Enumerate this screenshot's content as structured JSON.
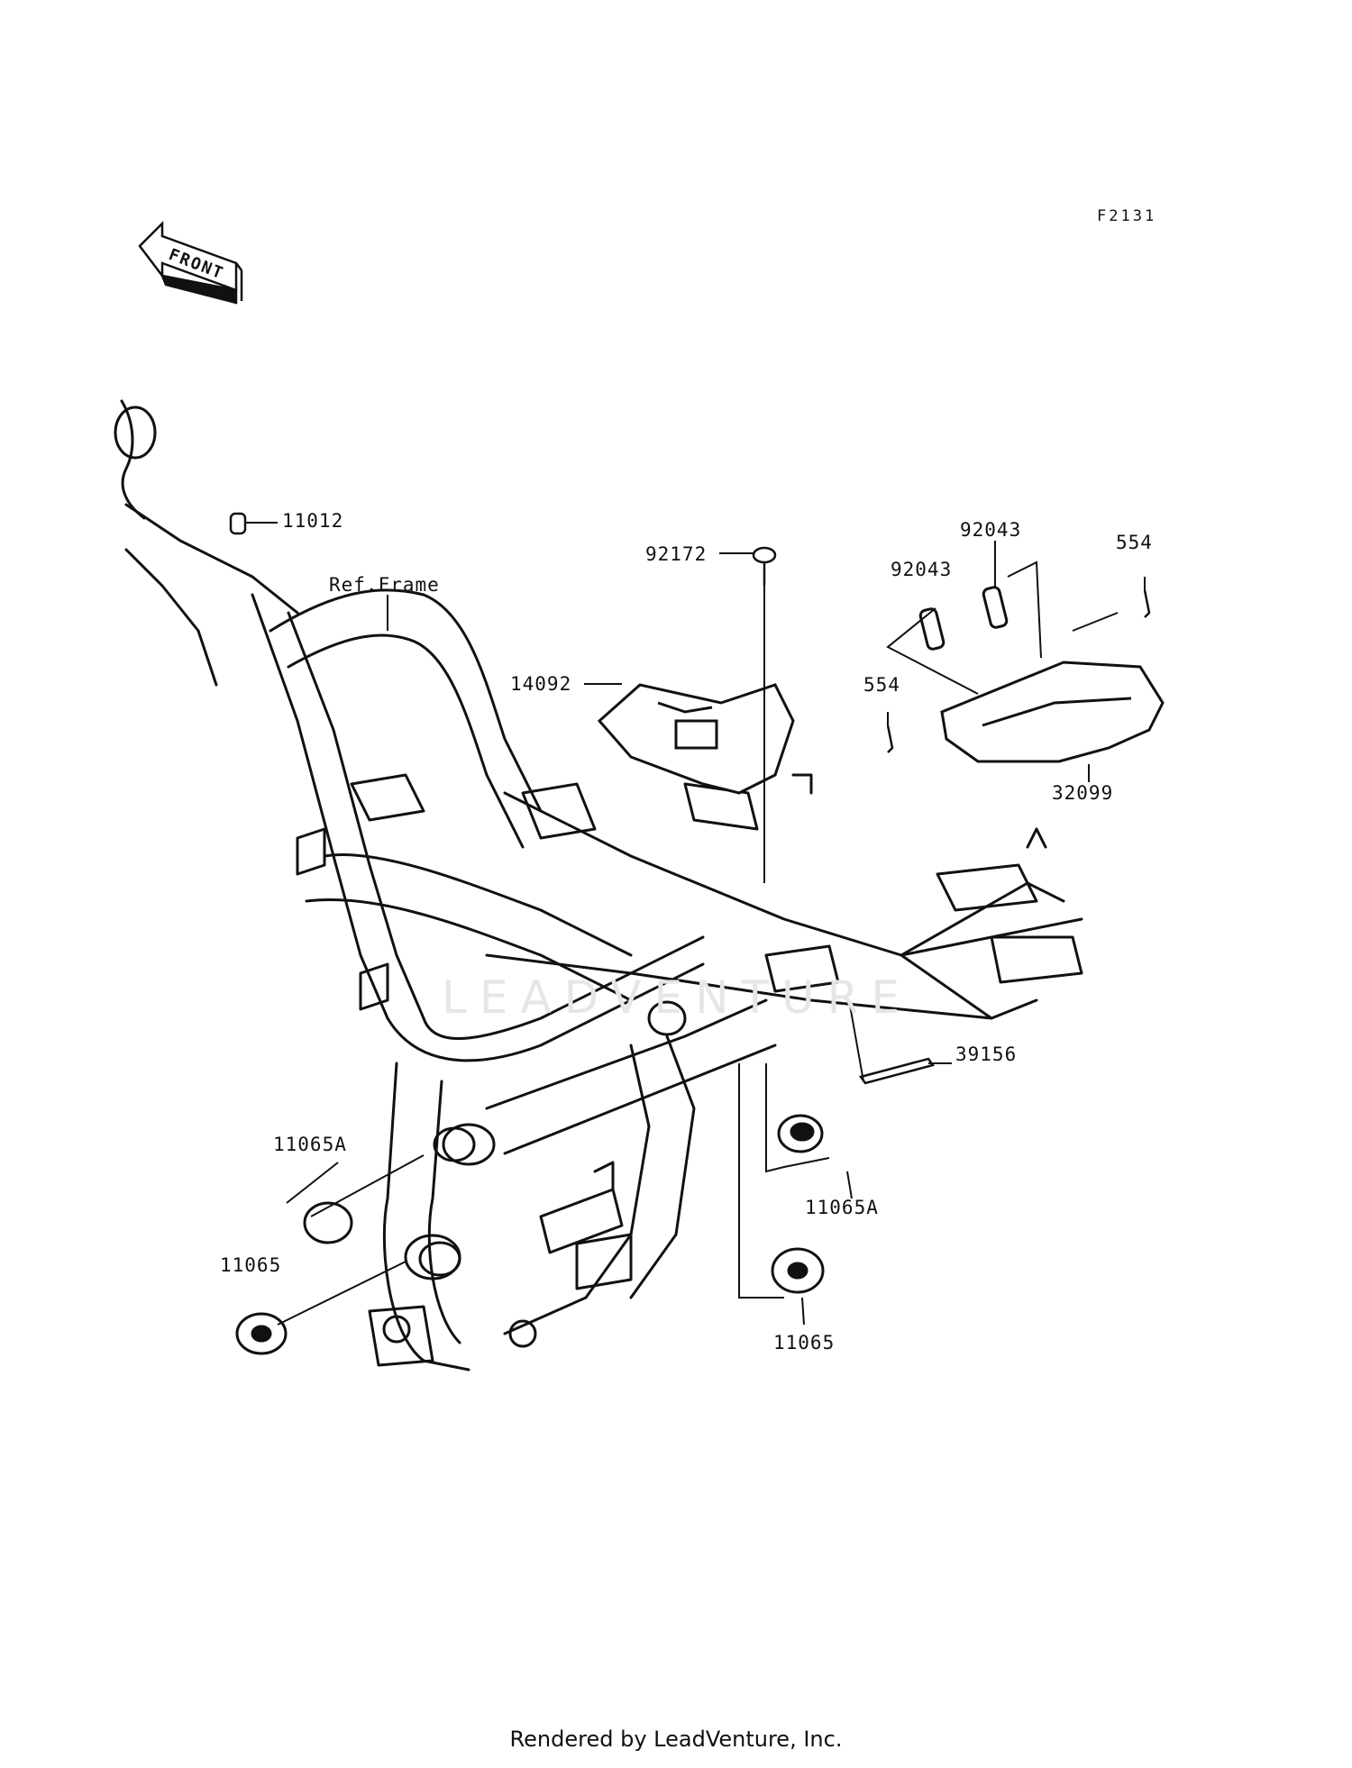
{
  "figure_code": "F2131",
  "front_arrow_text": "FRONT",
  "watermark_text": "LEADVENTURE",
  "footer": "Rendered by LeadVenture, Inc.",
  "labels": {
    "p11012": "11012",
    "ref_frame": "Ref.Frame",
    "p92172": "92172",
    "p14092": "14092",
    "p92043_top": "92043",
    "p92043_left": "92043",
    "p554_top": "554",
    "p554_left": "554",
    "p32099": "32099",
    "p39156": "39156",
    "p11065A_left": "11065A",
    "p11065A_right": "11065A",
    "p11065_left": "11065",
    "p11065_right": "11065"
  }
}
